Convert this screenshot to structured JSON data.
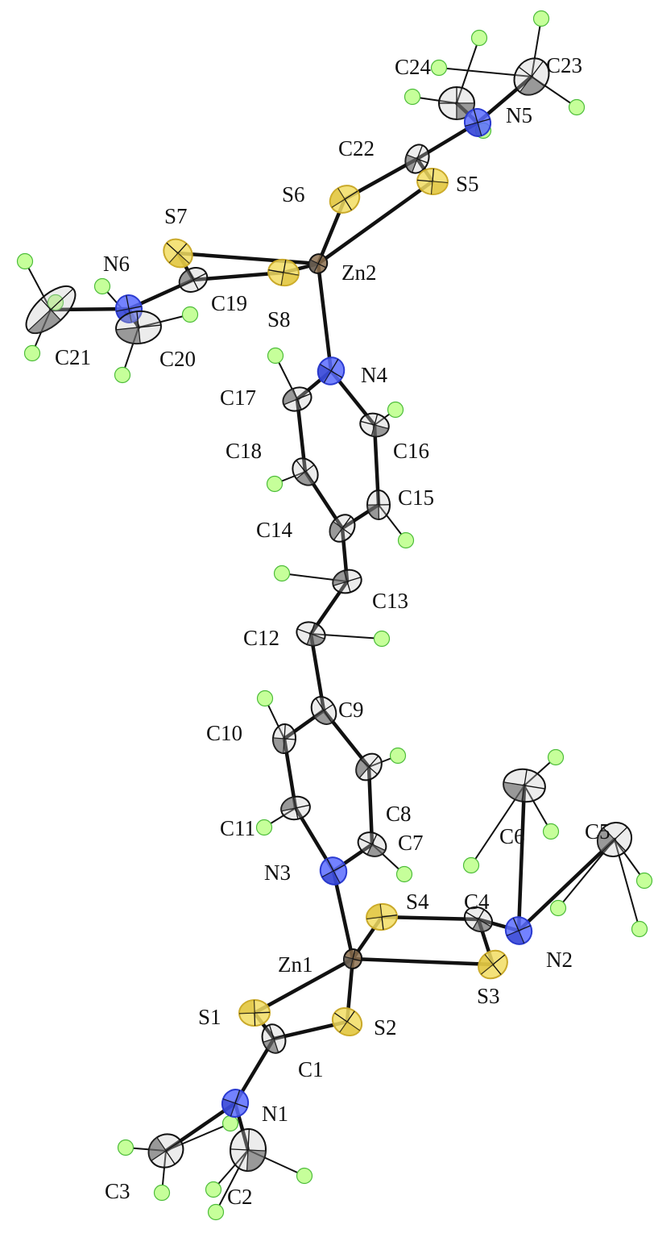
{
  "colors": {
    "carbon": "#c8c8c8",
    "carbon_edge": "#111111",
    "sulfur": "#f2dd63",
    "nitrogen": "#5b6cff",
    "zinc": "#8b6e4e",
    "hydrogen": "#c6ff9a",
    "hydrogen_edge": "#4dbd3a",
    "bond": "#111111",
    "hbond": "#111111"
  },
  "atoms": [
    {
      "id": "C24",
      "label": "C24",
      "el": "C"
    },
    {
      "id": "C23",
      "label": "C23",
      "el": "C"
    },
    {
      "id": "N5",
      "label": "N5",
      "el": "N"
    },
    {
      "id": "C22",
      "label": "C22",
      "el": "C"
    },
    {
      "id": "S6",
      "label": "S6",
      "el": "S"
    },
    {
      "id": "S5",
      "label": "S5",
      "el": "S"
    },
    {
      "id": "S7",
      "label": "S7",
      "el": "S"
    },
    {
      "id": "N6",
      "label": "N6",
      "el": "N"
    },
    {
      "id": "Zn2",
      "label": "Zn2",
      "el": "Zn"
    },
    {
      "id": "C19",
      "label": "C19",
      "el": "C"
    },
    {
      "id": "S8",
      "label": "S8",
      "el": "S"
    },
    {
      "id": "C21",
      "label": "C21",
      "el": "C"
    },
    {
      "id": "C20",
      "label": "C20",
      "el": "C"
    },
    {
      "id": "N4",
      "label": "N4",
      "el": "N"
    },
    {
      "id": "C17",
      "label": "C17",
      "el": "C"
    },
    {
      "id": "C16",
      "label": "C16",
      "el": "C"
    },
    {
      "id": "C18",
      "label": "C18",
      "el": "C"
    },
    {
      "id": "C15",
      "label": "C15",
      "el": "C"
    },
    {
      "id": "C14",
      "label": "C14",
      "el": "C"
    },
    {
      "id": "C13",
      "label": "C13",
      "el": "C"
    },
    {
      "id": "C12",
      "label": "C12",
      "el": "C"
    },
    {
      "id": "C9",
      "label": "C9",
      "el": "C"
    },
    {
      "id": "C10",
      "label": "C10",
      "el": "C"
    },
    {
      "id": "C8",
      "label": "C8",
      "el": "C"
    },
    {
      "id": "C11",
      "label": "C11",
      "el": "C"
    },
    {
      "id": "C7",
      "label": "C7",
      "el": "C"
    },
    {
      "id": "N3",
      "label": "N3",
      "el": "N"
    },
    {
      "id": "C6",
      "label": "C6",
      "el": "C"
    },
    {
      "id": "C5",
      "label": "C5",
      "el": "C"
    },
    {
      "id": "S4",
      "label": "S4",
      "el": "S"
    },
    {
      "id": "C4",
      "label": "C4",
      "el": "C"
    },
    {
      "id": "N2",
      "label": "N2",
      "el": "N"
    },
    {
      "id": "Zn1",
      "label": "Zn1",
      "el": "Zn"
    },
    {
      "id": "S3",
      "label": "S3",
      "el": "S"
    },
    {
      "id": "S1",
      "label": "S1",
      "el": "S"
    },
    {
      "id": "S2",
      "label": "S2",
      "el": "S"
    },
    {
      "id": "C1",
      "label": "C1",
      "el": "C"
    },
    {
      "id": "N1",
      "label": "N1",
      "el": "N"
    },
    {
      "id": "C3",
      "label": "C3",
      "el": "C"
    },
    {
      "id": "C2",
      "label": "C2",
      "el": "C"
    }
  ],
  "bonds": [
    [
      "C24",
      "N5"
    ],
    [
      "C23",
      "N5"
    ],
    [
      "N5",
      "C22"
    ],
    [
      "C22",
      "S6"
    ],
    [
      "C22",
      "S5"
    ],
    [
      "S6",
      "Zn2"
    ],
    [
      "S5",
      "Zn2"
    ],
    [
      "S7",
      "Zn2"
    ],
    [
      "S8",
      "Zn2"
    ],
    [
      "S7",
      "C19"
    ],
    [
      "S8",
      "C19"
    ],
    [
      "C19",
      "N6"
    ],
    [
      "N6",
      "C21"
    ],
    [
      "N6",
      "C20"
    ],
    [
      "Zn2",
      "N4"
    ],
    [
      "N4",
      "C17"
    ],
    [
      "N4",
      "C16"
    ],
    [
      "C17",
      "C18"
    ],
    [
      "C16",
      "C15"
    ],
    [
      "C18",
      "C14"
    ],
    [
      "C15",
      "C14"
    ],
    [
      "C14",
      "C13"
    ],
    [
      "C13",
      "C12"
    ],
    [
      "C12",
      "C9"
    ],
    [
      "C9",
      "C10"
    ],
    [
      "C9",
      "C8"
    ],
    [
      "C10",
      "C11"
    ],
    [
      "C8",
      "C7"
    ],
    [
      "C11",
      "N3"
    ],
    [
      "C7",
      "N3"
    ],
    [
      "N3",
      "Zn1"
    ],
    [
      "Zn1",
      "S4"
    ],
    [
      "Zn1",
      "S3"
    ],
    [
      "S4",
      "C4"
    ],
    [
      "S3",
      "C4"
    ],
    [
      "C4",
      "N2"
    ],
    [
      "N2",
      "C6"
    ],
    [
      "N2",
      "C5"
    ],
    [
      "Zn1",
      "S1"
    ],
    [
      "Zn1",
      "S2"
    ],
    [
      "S1",
      "C1"
    ],
    [
      "S2",
      "C1"
    ],
    [
      "C1",
      "N1"
    ],
    [
      "N1",
      "C3"
    ],
    [
      "N1",
      "C2"
    ]
  ]
}
